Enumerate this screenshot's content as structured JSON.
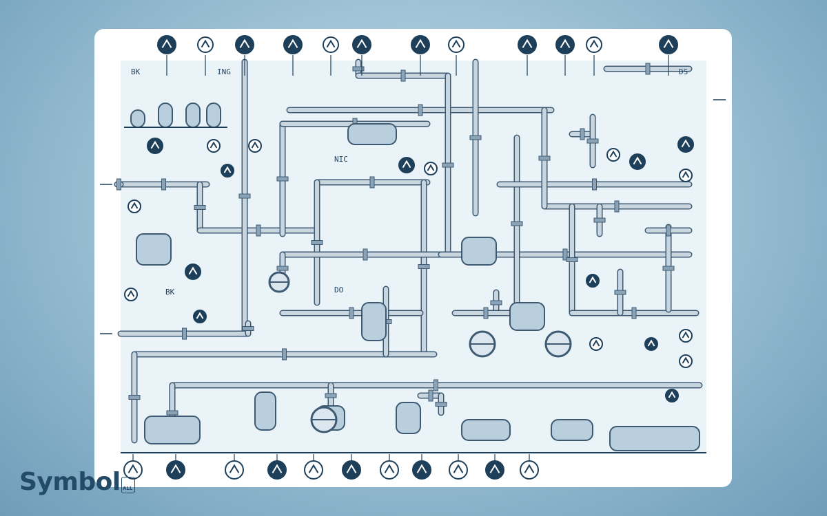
{
  "logo": {
    "name": "Symbol",
    "suffix": "ALL"
  },
  "colors": {
    "navy": "#1d3f5a",
    "pipe": "#c9d6df",
    "pipe_edge": "#3d5a72",
    "panel": "#eaf3f8",
    "accent": "#3b78b0"
  },
  "labels": [
    {
      "text": "BK",
      "name": "label-bk-top"
    },
    {
      "text": "ING",
      "name": "label-ing"
    },
    {
      "text": "DS",
      "name": "label-ds"
    },
    {
      "text": "BK",
      "name": "label-bk-mid"
    },
    {
      "text": "NIC",
      "name": "label-nic"
    },
    {
      "text": "DO",
      "name": "label-do"
    }
  ],
  "top_symbols": [
    "valve-symbol-icon",
    "gear-icon",
    "check-valve-icon",
    "actuator-icon",
    "flow-icon",
    "pump-arrow-icon",
    "triangle-indicator-icon",
    "control-valve-icon",
    "cluster-icon",
    "regulator-icon",
    "curve-icon",
    "curve-icon"
  ],
  "bottom_symbols": [
    "filter-icon",
    "wrench-icon",
    "mesh-icon",
    "gauge-icon",
    "arrow-line-icon",
    "tee-icon",
    "butterfly-icon",
    "fan-icon",
    "ring-icon",
    "ring-icon",
    "meter-icon"
  ]
}
